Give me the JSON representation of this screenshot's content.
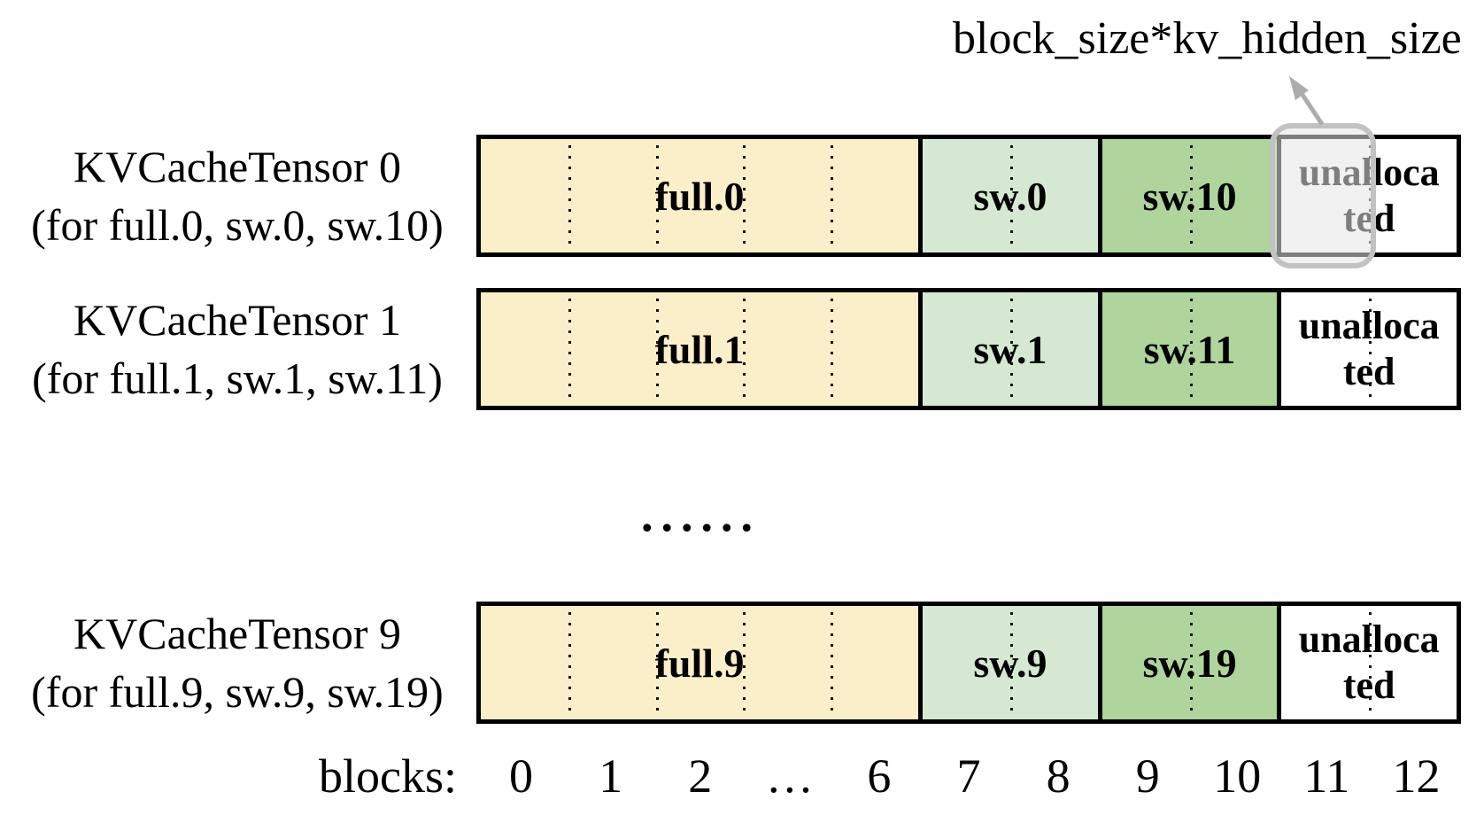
{
  "annotation": {
    "text": "block_size*kv_hidden_size"
  },
  "rows": [
    {
      "title": "KVCacheTensor 0",
      "subtitle": "(for full.0, sw.0, sw.10)",
      "sections": {
        "full": "full.0",
        "sw_a": "sw.0",
        "sw_b": "sw.10",
        "unallocated_lines": [
          "unalloca",
          "ted"
        ],
        "unallocated": "unallocated"
      },
      "highlighted": true
    },
    {
      "title": "KVCacheTensor 1",
      "subtitle": "(for full.1, sw.1, sw.11)",
      "sections": {
        "full": "full.1",
        "sw_a": "sw.1",
        "sw_b": "sw.11",
        "unallocated_lines": [
          "unalloca",
          "ted"
        ],
        "unallocated": "unallocated"
      },
      "highlighted": false
    },
    {
      "title": "KVCacheTensor 9",
      "subtitle": "(for full.9, sw.9, sw.19)",
      "sections": {
        "full": "full.9",
        "sw_a": "sw.9",
        "sw_b": "sw.19",
        "unallocated_lines": [
          "unalloca",
          "ted"
        ],
        "unallocated": "unallocated"
      },
      "highlighted": false
    }
  ],
  "ellipsis": "......",
  "axis": {
    "prefix": "blocks:",
    "labels": [
      "0",
      "1",
      "2",
      "…",
      "6",
      "7",
      "8",
      "9",
      "10",
      "11",
      "12"
    ]
  },
  "colors": {
    "full_block": "#FBEFC9",
    "sw_block": "#D6E8D2",
    "sw2_block": "#AFD49C",
    "bar_border": "#000000",
    "highlight_border": "#C2C2C2",
    "highlight_fill": "rgba(229,229,229,0.55)",
    "arrow": "#ACACAC"
  }
}
